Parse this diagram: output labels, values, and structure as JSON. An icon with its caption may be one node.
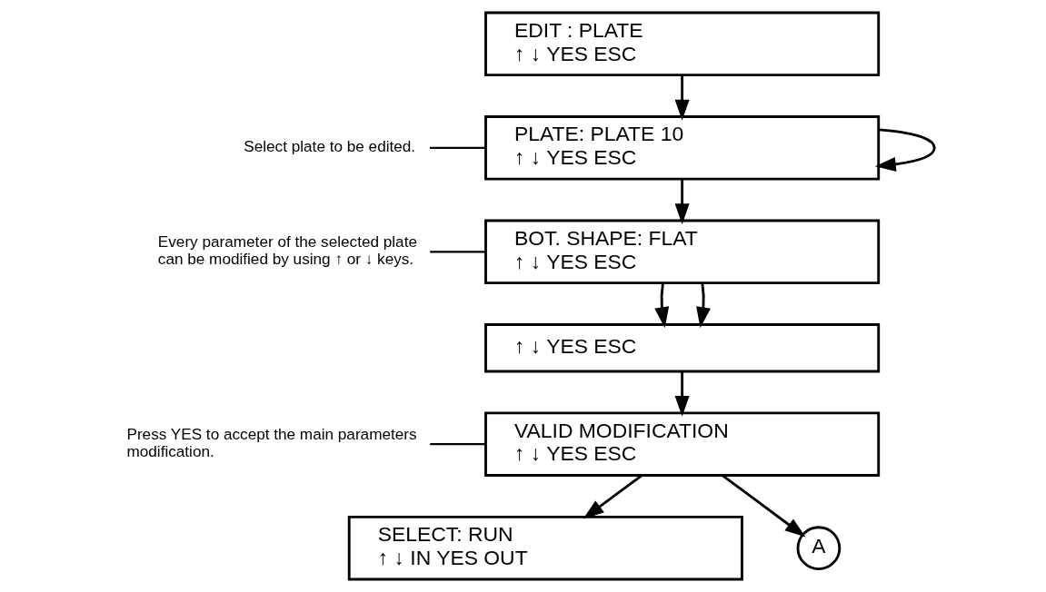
{
  "diagram": {
    "nodes": [
      {
        "text": [
          "EDIT : PLATE",
          "↑ ↓ YES ESC"
        ]
      },
      {
        "text": [
          "PLATE: PLATE 10",
          "↑ ↓ YES ESC"
        ]
      },
      {
        "text": [
          "BOT. SHAPE: FLAT",
          "↑ ↓ YES ESC"
        ]
      },
      {
        "text": [
          "↑ ↓ YES ESC"
        ]
      },
      {
        "text": [
          "VALID MODIFICATION",
          "↑ ↓ YES ESC"
        ]
      },
      {
        "text": [
          "SELECT: RUN",
          "↑ ↓ IN YES OUT"
        ]
      },
      {
        "text": [
          "A"
        ]
      },
      {
        "text": [
          "Select plate to be edited."
        ]
      },
      {
        "text": [
          "Every parameter of the selected plate can be modified by using ↑ or ↓ keys."
        ]
      },
      {
        "text": [
          "Press YES to accept the main parameters modification."
        ]
      }
    ],
    "edges": [
      {
        "from": 0,
        "to": 1,
        "arrow": "to"
      },
      {
        "from": 1,
        "to": 2,
        "arrow": "to"
      },
      {
        "from": 1,
        "to": 1,
        "arrow": "to"
      },
      {
        "from": 2,
        "to": 3,
        "arrow": "to"
      },
      {
        "from": 2,
        "to": 3,
        "arrow": "to"
      },
      {
        "from": 3,
        "to": 4,
        "arrow": "to"
      },
      {
        "from": 4,
        "to": 5,
        "arrow": "to"
      },
      {
        "from": 4,
        "to": 6,
        "arrow": "to"
      },
      {
        "from": 7,
        "to": 1,
        "arrow": "none"
      },
      {
        "from": 8,
        "to": 2,
        "arrow": "none"
      },
      {
        "from": 9,
        "to": 4,
        "arrow": "none"
      }
    ]
  }
}
